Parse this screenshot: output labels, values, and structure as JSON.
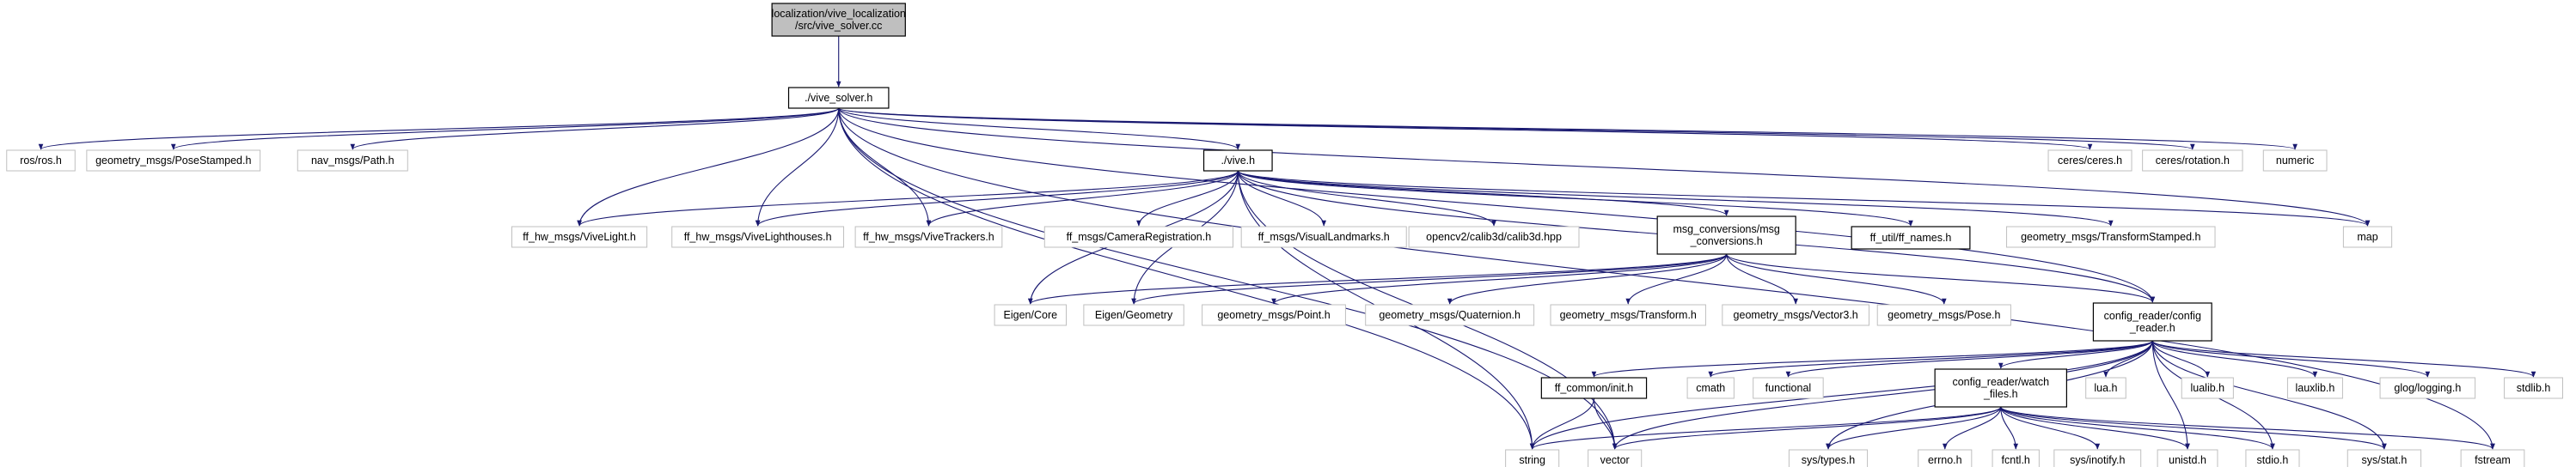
{
  "diagram": {
    "nodes": [
      {
        "id": "root",
        "kind": "root",
        "lines": [
          "localization/vive_localization",
          "/src/vive_solver.cc"
        ]
      },
      {
        "id": "vive_solver_h",
        "kind": "project",
        "lines": [
          "./vive_solver.h"
        ]
      },
      {
        "id": "ros_ros_h",
        "kind": "include",
        "lines": [
          "ros/ros.h"
        ]
      },
      {
        "id": "geometry_msgs_posestamped_h",
        "kind": "include",
        "lines": [
          "geometry_msgs/PoseStamped.h"
        ]
      },
      {
        "id": "nav_msgs_path_h",
        "kind": "include",
        "lines": [
          "nav_msgs/Path.h"
        ]
      },
      {
        "id": "vive_h",
        "kind": "project",
        "lines": [
          "./vive.h"
        ]
      },
      {
        "id": "ceres_ceres_h",
        "kind": "include",
        "lines": [
          "ceres/ceres.h"
        ]
      },
      {
        "id": "ceres_rotation_h",
        "kind": "include",
        "lines": [
          "ceres/rotation.h"
        ]
      },
      {
        "id": "numeric",
        "kind": "include",
        "lines": [
          "numeric"
        ]
      },
      {
        "id": "ff_hw_msgs_vivelight_h",
        "kind": "include",
        "lines": [
          "ff_hw_msgs/ViveLight.h"
        ]
      },
      {
        "id": "ff_hw_msgs_vivelighthouses_h",
        "kind": "include",
        "lines": [
          "ff_hw_msgs/ViveLighthouses.h"
        ]
      },
      {
        "id": "ff_hw_msgs_vivetrackers_h",
        "kind": "include",
        "lines": [
          "ff_hw_msgs/ViveTrackers.h"
        ]
      },
      {
        "id": "ff_msgs_cameraregistration_h",
        "kind": "include",
        "lines": [
          "ff_msgs/CameraRegistration.h"
        ]
      },
      {
        "id": "ff_msgs_visuallandmarks_h",
        "kind": "include",
        "lines": [
          "ff_msgs/VisualLandmarks.h"
        ]
      },
      {
        "id": "opencv2_calib3d_hpp",
        "kind": "include",
        "lines": [
          "opencv2/calib3d/calib3d.hpp"
        ]
      },
      {
        "id": "msg_conversions_h",
        "kind": "project",
        "lines": [
          "msg_conversions/msg",
          "_conversions.h"
        ]
      },
      {
        "id": "ff_util_ff_names_h",
        "kind": "project",
        "lines": [
          "ff_util/ff_names.h"
        ]
      },
      {
        "id": "geometry_msgs_transformstamped_h",
        "kind": "include",
        "lines": [
          "geometry_msgs/TransformStamped.h"
        ]
      },
      {
        "id": "map",
        "kind": "include",
        "lines": [
          "map"
        ]
      },
      {
        "id": "eigen_core",
        "kind": "include",
        "lines": [
          "Eigen/Core"
        ]
      },
      {
        "id": "eigen_geometry",
        "kind": "include",
        "lines": [
          "Eigen/Geometry"
        ]
      },
      {
        "id": "geometry_msgs_point_h",
        "kind": "include",
        "lines": [
          "geometry_msgs/Point.h"
        ]
      },
      {
        "id": "geometry_msgs_quaternion_h",
        "kind": "include",
        "lines": [
          "geometry_msgs/Quaternion.h"
        ]
      },
      {
        "id": "geometry_msgs_transform_h",
        "kind": "include",
        "lines": [
          "geometry_msgs/Transform.h"
        ]
      },
      {
        "id": "geometry_msgs_vector3_h",
        "kind": "include",
        "lines": [
          "geometry_msgs/Vector3.h"
        ]
      },
      {
        "id": "geometry_msgs_pose_h",
        "kind": "include",
        "lines": [
          "geometry_msgs/Pose.h"
        ]
      },
      {
        "id": "config_reader_h",
        "kind": "project",
        "lines": [
          "config_reader/config",
          "_reader.h"
        ]
      },
      {
        "id": "ff_common_init_h",
        "kind": "project",
        "lines": [
          "ff_common/init.h"
        ]
      },
      {
        "id": "cmath",
        "kind": "include",
        "lines": [
          "cmath"
        ]
      },
      {
        "id": "functional",
        "kind": "include",
        "lines": [
          "functional"
        ]
      },
      {
        "id": "config_reader_watch_files_h",
        "kind": "project",
        "lines": [
          "config_reader/watch",
          "_files.h"
        ]
      },
      {
        "id": "lua_h",
        "kind": "include",
        "lines": [
          "lua.h"
        ]
      },
      {
        "id": "lualib_h",
        "kind": "include",
        "lines": [
          "lualib.h"
        ]
      },
      {
        "id": "lauxlib_h",
        "kind": "include",
        "lines": [
          "lauxlib.h"
        ]
      },
      {
        "id": "glog_logging_h",
        "kind": "include",
        "lines": [
          "glog/logging.h"
        ]
      },
      {
        "id": "stdlib_h",
        "kind": "include",
        "lines": [
          "stdlib.h"
        ]
      },
      {
        "id": "string",
        "kind": "include",
        "lines": [
          "string"
        ]
      },
      {
        "id": "vector",
        "kind": "include",
        "lines": [
          "vector"
        ]
      },
      {
        "id": "sys_types_h",
        "kind": "include",
        "lines": [
          "sys/types.h"
        ]
      },
      {
        "id": "errno_h",
        "kind": "include",
        "lines": [
          "errno.h"
        ]
      },
      {
        "id": "fcntl_h",
        "kind": "include",
        "lines": [
          "fcntl.h"
        ]
      },
      {
        "id": "sys_inotify_h",
        "kind": "include",
        "lines": [
          "sys/inotify.h"
        ]
      },
      {
        "id": "unistd_h",
        "kind": "include",
        "lines": [
          "unistd.h"
        ]
      },
      {
        "id": "stdio_h",
        "kind": "include",
        "lines": [
          "stdio.h"
        ]
      },
      {
        "id": "sys_stat_h",
        "kind": "include",
        "lines": [
          "sys/stat.h"
        ]
      },
      {
        "id": "fstream",
        "kind": "include",
        "lines": [
          "fstream"
        ]
      }
    ],
    "edges": [
      [
        "root",
        "vive_solver_h"
      ],
      [
        "vive_solver_h",
        "ros_ros_h"
      ],
      [
        "vive_solver_h",
        "geometry_msgs_posestamped_h"
      ],
      [
        "vive_solver_h",
        "nav_msgs_path_h"
      ],
      [
        "vive_solver_h",
        "vive_h"
      ],
      [
        "vive_solver_h",
        "ceres_ceres_h"
      ],
      [
        "vive_solver_h",
        "ceres_rotation_h"
      ],
      [
        "vive_solver_h",
        "numeric"
      ],
      [
        "vive_solver_h",
        "ff_hw_msgs_vivelight_h"
      ],
      [
        "vive_solver_h",
        "ff_hw_msgs_vivelighthouses_h"
      ],
      [
        "vive_solver_h",
        "ff_hw_msgs_vivetrackers_h"
      ],
      [
        "vive_solver_h",
        "map"
      ],
      [
        "vive_solver_h",
        "config_reader_h"
      ],
      [
        "vive_solver_h",
        "string"
      ],
      [
        "vive_solver_h",
        "vector"
      ],
      [
        "vive_solver_h",
        "fstream"
      ],
      [
        "vive_h",
        "ff_hw_msgs_vivelight_h"
      ],
      [
        "vive_h",
        "ff_hw_msgs_vivelighthouses_h"
      ],
      [
        "vive_h",
        "ff_hw_msgs_vivetrackers_h"
      ],
      [
        "vive_h",
        "ff_msgs_cameraregistration_h"
      ],
      [
        "vive_h",
        "ff_msgs_visuallandmarks_h"
      ],
      [
        "vive_h",
        "opencv2_calib3d_hpp"
      ],
      [
        "vive_h",
        "msg_conversions_h"
      ],
      [
        "vive_h",
        "ff_util_ff_names_h"
      ],
      [
        "vive_h",
        "geometry_msgs_transformstamped_h"
      ],
      [
        "vive_h",
        "map"
      ],
      [
        "vive_h",
        "eigen_core"
      ],
      [
        "vive_h",
        "eigen_geometry"
      ],
      [
        "vive_h",
        "string"
      ],
      [
        "vive_h",
        "vector"
      ],
      [
        "vive_h",
        "config_reader_h"
      ],
      [
        "msg_conversions_h",
        "eigen_core"
      ],
      [
        "msg_conversions_h",
        "eigen_geometry"
      ],
      [
        "msg_conversions_h",
        "geometry_msgs_point_h"
      ],
      [
        "msg_conversions_h",
        "geometry_msgs_quaternion_h"
      ],
      [
        "msg_conversions_h",
        "geometry_msgs_transform_h"
      ],
      [
        "msg_conversions_h",
        "geometry_msgs_vector3_h"
      ],
      [
        "msg_conversions_h",
        "geometry_msgs_pose_h"
      ],
      [
        "msg_conversions_h",
        "config_reader_h"
      ],
      [
        "config_reader_h",
        "ff_common_init_h"
      ],
      [
        "config_reader_h",
        "cmath"
      ],
      [
        "config_reader_h",
        "functional"
      ],
      [
        "config_reader_h",
        "config_reader_watch_files_h"
      ],
      [
        "config_reader_h",
        "lua_h"
      ],
      [
        "config_reader_h",
        "lualib_h"
      ],
      [
        "config_reader_h",
        "lauxlib_h"
      ],
      [
        "config_reader_h",
        "glog_logging_h"
      ],
      [
        "config_reader_h",
        "stdlib_h"
      ],
      [
        "config_reader_h",
        "string"
      ],
      [
        "config_reader_h",
        "vector"
      ],
      [
        "config_reader_h",
        "sys_types_h"
      ],
      [
        "config_reader_h",
        "unistd_h"
      ],
      [
        "config_reader_h",
        "stdio_h"
      ],
      [
        "config_reader_h",
        "sys_stat_h"
      ],
      [
        "ff_common_init_h",
        "string"
      ],
      [
        "ff_common_init_h",
        "vector"
      ],
      [
        "config_reader_watch_files_h",
        "string"
      ],
      [
        "config_reader_watch_files_h",
        "vector"
      ],
      [
        "config_reader_watch_files_h",
        "sys_types_h"
      ],
      [
        "config_reader_watch_files_h",
        "errno_h"
      ],
      [
        "config_reader_watch_files_h",
        "fcntl_h"
      ],
      [
        "config_reader_watch_files_h",
        "sys_inotify_h"
      ],
      [
        "config_reader_watch_files_h",
        "unistd_h"
      ],
      [
        "config_reader_watch_files_h",
        "stdio_h"
      ],
      [
        "config_reader_watch_files_h",
        "sys_stat_h"
      ],
      [
        "config_reader_watch_files_h",
        "fstream"
      ]
    ]
  }
}
